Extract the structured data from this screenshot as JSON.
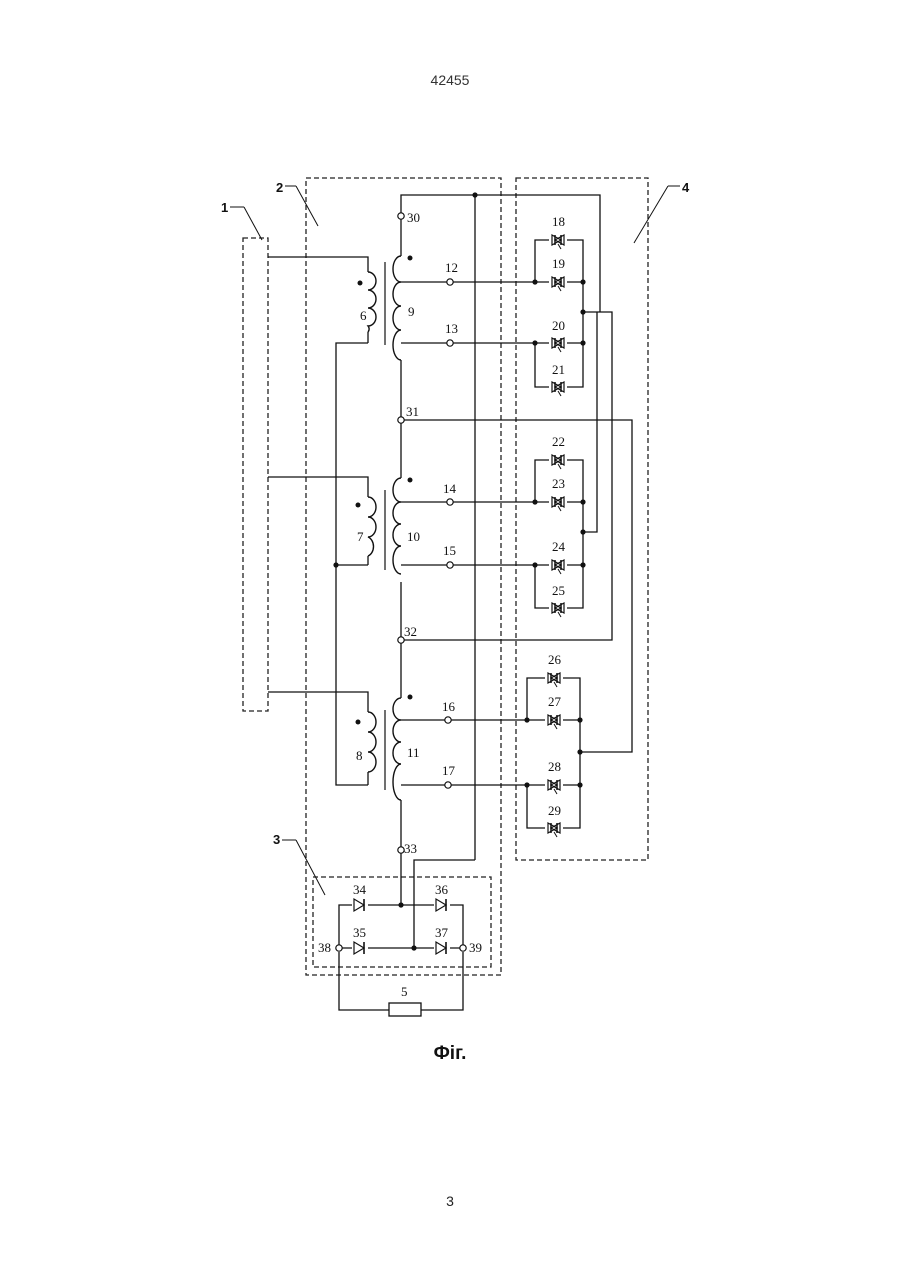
{
  "header": {
    "doc_number": "42455"
  },
  "footer": {
    "page_number": "3"
  },
  "figure": {
    "caption": "Фіг."
  },
  "blocks": {
    "b1": "1",
    "b2": "2",
    "b3": "3",
    "b4": "4"
  },
  "primaries": [
    "6",
    "7",
    "8"
  ],
  "secondaries": [
    "9",
    "10",
    "11"
  ],
  "taps": [
    "12",
    "13",
    "14",
    "15",
    "16",
    "17"
  ],
  "nodes": [
    "30",
    "31",
    "32",
    "33",
    "38",
    "39"
  ],
  "thyristors": [
    "18",
    "19",
    "20",
    "21",
    "22",
    "23",
    "24",
    "25",
    "26",
    "27",
    "28",
    "29"
  ],
  "rectifier_diodes": [
    "34",
    "35",
    "36",
    "37"
  ],
  "load": "5"
}
